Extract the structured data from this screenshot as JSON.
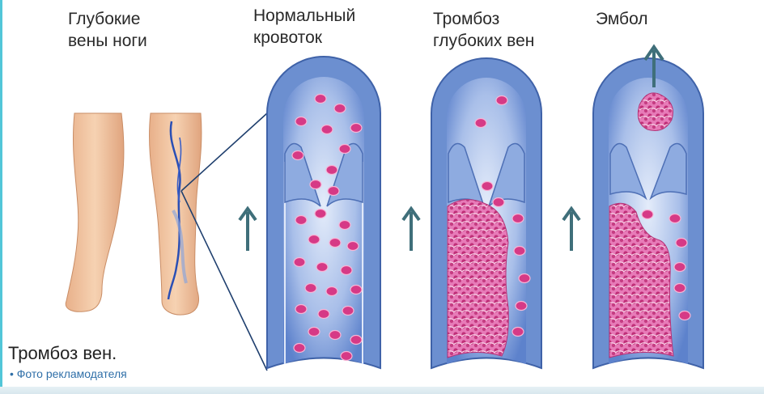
{
  "labels": {
    "legs": [
      "Глубокие",
      "вены ноги"
    ],
    "normal": [
      "Нормальный",
      "кровоток"
    ],
    "thrombosis": [
      "Тромбоз",
      "глубоких вен"
    ],
    "embolus": "Эмбол"
  },
  "caption": "Тромбоз вен.",
  "credit": "• Фото рекламодателя",
  "colors": {
    "vein_wall": "#6c8fd0",
    "vein_inner": "#c2d2ee",
    "blood_cell": "#d63a86",
    "clot": "#e27ab6",
    "arrow": "#3f6f7a",
    "skin": "#f2c6a0"
  }
}
